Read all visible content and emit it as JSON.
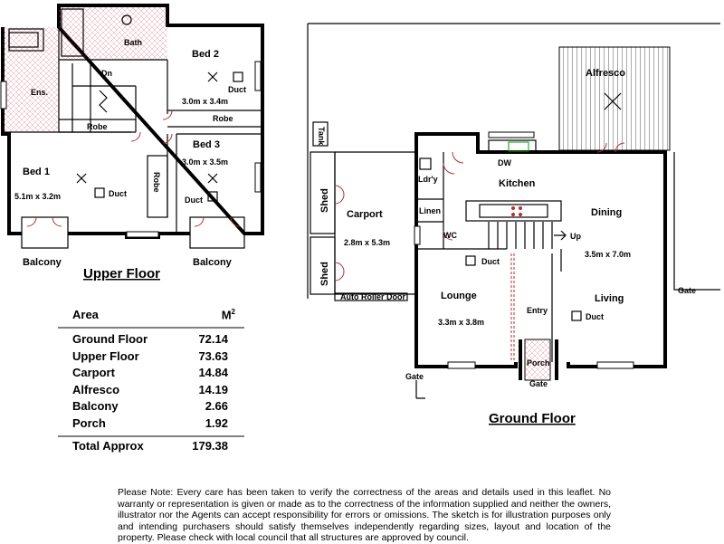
{
  "upper_floor": {
    "title": "Upper Floor",
    "rooms": {
      "bath": "Bath",
      "ens": "Ens.",
      "dn": "Dn",
      "bed2": "Bed 2",
      "bed2_dim": "3.0m x 3.4m",
      "bed2_duct": "Duct",
      "robe_top": "Robe",
      "robe_left": "Robe",
      "bed3": "Bed 3",
      "bed3_dim": "3.0m x 3.5m",
      "bed3_duct": "Duct",
      "bed1": "Bed 1",
      "bed1_dim": "5.1m x 3.2m",
      "bed1_duct": "Duct",
      "robe_vertical": "Robe",
      "balcony_left": "Balcony",
      "balcony_right": "Balcony"
    }
  },
  "ground_floor": {
    "title": "Ground Floor",
    "rooms": {
      "tank": "Tank",
      "alfresco": "Alfresco",
      "dw": "DW",
      "kitchen": "Kitchen",
      "ldry": "Ldr'y",
      "linen": "Linen",
      "dining": "Dining",
      "dining_dim": "3.5m x 7.0m",
      "wc": "WC",
      "up": "Up",
      "duct_upper": "Duct",
      "shed_top": "Shed",
      "shed_bottom": "Shed",
      "carport": "Carport",
      "carport_dim": "2.8m x 5.3m",
      "auto_roller_door": "Auto Roller Door",
      "lounge": "Lounge",
      "lounge_dim": "3.3m x 3.8m",
      "entry": "Entry",
      "living": "Living",
      "living_duct": "Duct",
      "porch": "Porch",
      "gate_porch": "Gate",
      "gate_left": "Gate",
      "gate_right": "Gate"
    }
  },
  "area_table": {
    "header_area": "Area",
    "header_unit": "M",
    "header_sup": "2",
    "rows": [
      {
        "label": "Ground Floor",
        "value": "72.14"
      },
      {
        "label": "Upper Floor",
        "value": "73.63"
      },
      {
        "label": "Carport",
        "value": "14.84"
      },
      {
        "label": "Alfresco",
        "value": "14.19"
      },
      {
        "label": "Balcony",
        "value": "2.66"
      },
      {
        "label": "Porch",
        "value": "1.92"
      }
    ],
    "total_label": "Total Approx",
    "total_value": "179.38"
  },
  "note": "Please Note:  Every care has been taken to verify the correctness of the areas and details used in this leaflet. No warranty or representation is given or made as to the correctness of the information supplied and neither the owners, illustrator nor the Agents can accept responsibility for errors or omissions. The sketch is for illustration purposes only and intending purchasers should satisfy themselves independently regarding sizes, layout and location of the property. Please check with local council that all structures are approved by council."
}
